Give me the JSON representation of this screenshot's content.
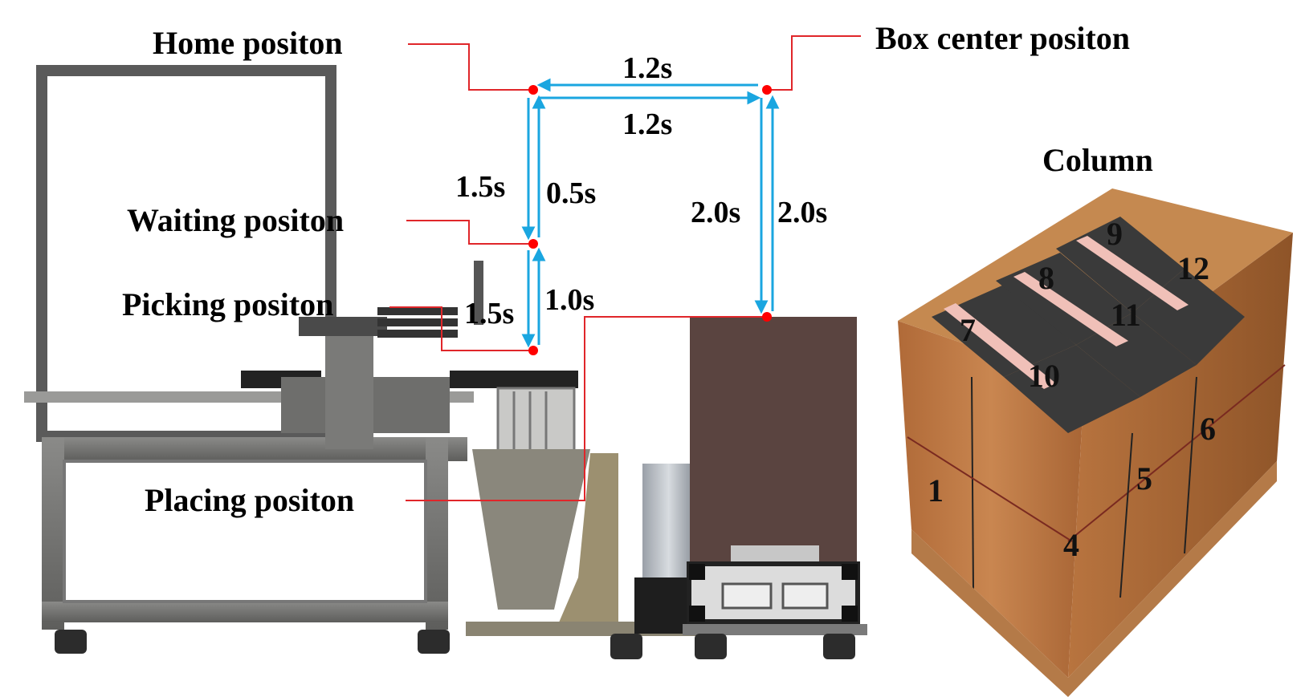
{
  "positions": {
    "home": "Home positon",
    "box_center": "Box center positon",
    "waiting": "Waiting positon",
    "picking": "Picking positon",
    "placing": "Placing positon"
  },
  "times": {
    "top_upper": "1.2s",
    "top_lower": "1.2s",
    "home_waiting_left": "1.5s",
    "home_waiting_right": "0.5s",
    "box_left": "2.0s",
    "box_right": "2.0s",
    "waiting_picking_left": "1.5s",
    "waiting_picking_right": "1.0s"
  },
  "column_label": "Column",
  "box_numbers": [
    "1",
    "4",
    "5",
    "6",
    "7",
    "8",
    "9",
    "10",
    "11",
    "12"
  ],
  "colors": {
    "arrow": "#1aa6e0",
    "leader": "#e0262a",
    "point": "#ff0000",
    "frame": "#555555",
    "carton": "#c07a45",
    "tape": "#f0c0b8",
    "dark_pad": "#3a3a3a",
    "box_brown": "#5a4440"
  }
}
